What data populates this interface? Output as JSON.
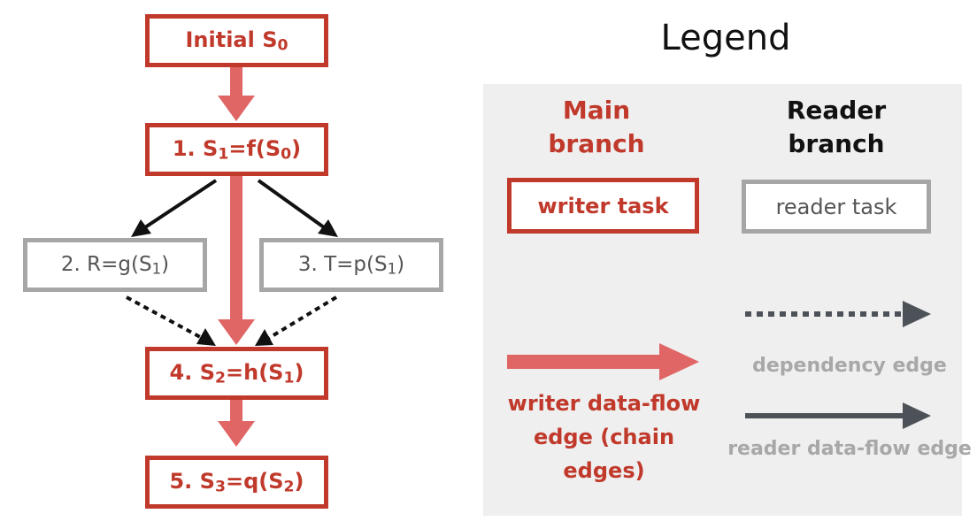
{
  "diagram": {
    "nodes": {
      "initial": {
        "prefix": "Initial S",
        "sub": "0",
        "suffix": ""
      },
      "n1": {
        "prefix": "1. S",
        "sub": "1",
        "mid": "=f(S",
        "sub2": "0",
        "suffix": ")"
      },
      "n2": {
        "prefix": "2. R=g(S",
        "sub": "1",
        "suffix": ")"
      },
      "n3": {
        "prefix": "3. T=p(S",
        "sub": "1",
        "suffix": ")"
      },
      "n4": {
        "prefix": "4. S",
        "sub": "2",
        "mid": "=h(S",
        "sub2": "1",
        "suffix": ")"
      },
      "n5": {
        "prefix": "5. S",
        "sub": "3",
        "mid": "=q(S",
        "sub2": "2",
        "suffix": ")"
      }
    },
    "edges": [
      {
        "from": "initial",
        "to": "n1",
        "kind": "writer-data-flow"
      },
      {
        "from": "n1",
        "to": "n4",
        "kind": "writer-data-flow"
      },
      {
        "from": "n4",
        "to": "n5",
        "kind": "writer-data-flow"
      },
      {
        "from": "n1",
        "to": "n2",
        "kind": "reader-data-flow"
      },
      {
        "from": "n1",
        "to": "n3",
        "kind": "reader-data-flow"
      },
      {
        "from": "n2",
        "to": "n4",
        "kind": "dependency"
      },
      {
        "from": "n3",
        "to": "n4",
        "kind": "dependency"
      }
    ]
  },
  "legend": {
    "title": "Legend",
    "main_branch": "Main branch",
    "reader_branch": "Reader branch",
    "writer_task": "writer task",
    "reader_task": "reader task",
    "dependency_edge": "dependency edge",
    "writer_data_flow_edge": "writer data-flow edge (chain edges)",
    "reader_data_flow_edge": "reader data-flow edge"
  },
  "colors": {
    "writer_red": "#c0392b",
    "writer_arrow": "#e06666",
    "reader_gray": "#a6a6a6",
    "dependency_gray": "#4d5258",
    "legend_bg": "#efefef"
  }
}
